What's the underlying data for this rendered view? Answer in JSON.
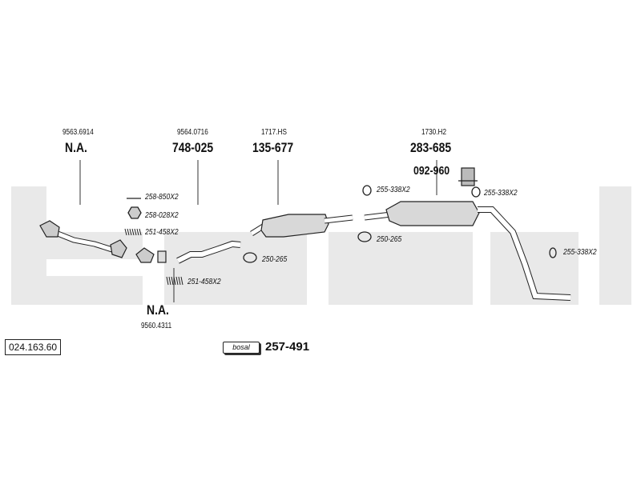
{
  "catalog_number": "024.163.60",
  "watermark_brand": "bosal",
  "kit": {
    "logo_text": "bosal",
    "number": "257-491"
  },
  "sections": [
    {
      "oe": "9563.6914",
      "number": "N.A."
    },
    {
      "oe": "9564.0716",
      "number": "748-025"
    },
    {
      "oe": "1717.HS",
      "number": "135-677"
    },
    {
      "oe": "1730.H2",
      "number": "283-685"
    },
    {
      "oe": "9560.4311",
      "number": "N.A."
    }
  ],
  "hanger": {
    "number": "092-960"
  },
  "parts": [
    "258-850X2",
    "258-028X2",
    "251-458X2",
    "251-458X2",
    "250-265",
    "255-338X2",
    "255-338X2",
    "250-265",
    "255-338X2"
  ]
}
